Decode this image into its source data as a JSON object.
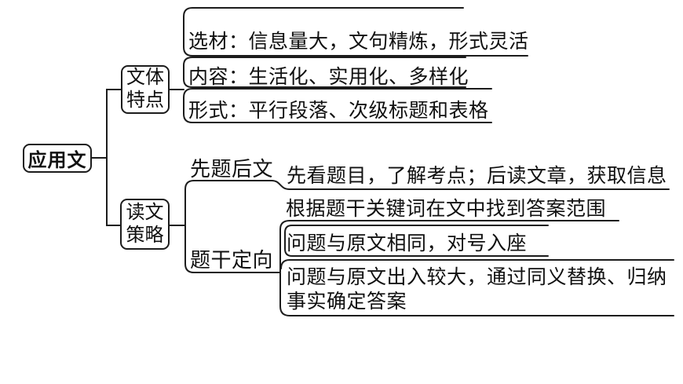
{
  "diagram": {
    "root": {
      "label": "应用文"
    },
    "branch_style": {
      "label_1": "文体特点",
      "label_2": "读文策略"
    },
    "branches": [
      {
        "label_line1": "文体",
        "label_line2": "特点",
        "items": [
          "选材：信息量大，文句精炼，形式灵活",
          "内容：生活化、实用化、多样化",
          "形式：平行段落、次级标题和表格"
        ]
      },
      {
        "label_line1": "读文",
        "label_line2": "策略",
        "sub": [
          {
            "label": "先题后文",
            "detail": "先看题目，了解考点；后读文章，获取信息"
          },
          {
            "label": "题干定向",
            "details": [
              "根据题干关键词在文中找到答案范围",
              "问题与原文相同，对号入座"
            ],
            "detail_wrapped": {
              "line1": "问题与原文出入较大，通过同义替换、归纳",
              "line2": "事实确定答案"
            }
          }
        ]
      }
    ],
    "colors": {
      "line": "#1c1c1c",
      "text": "#101010",
      "background": "#ffffff"
    }
  }
}
